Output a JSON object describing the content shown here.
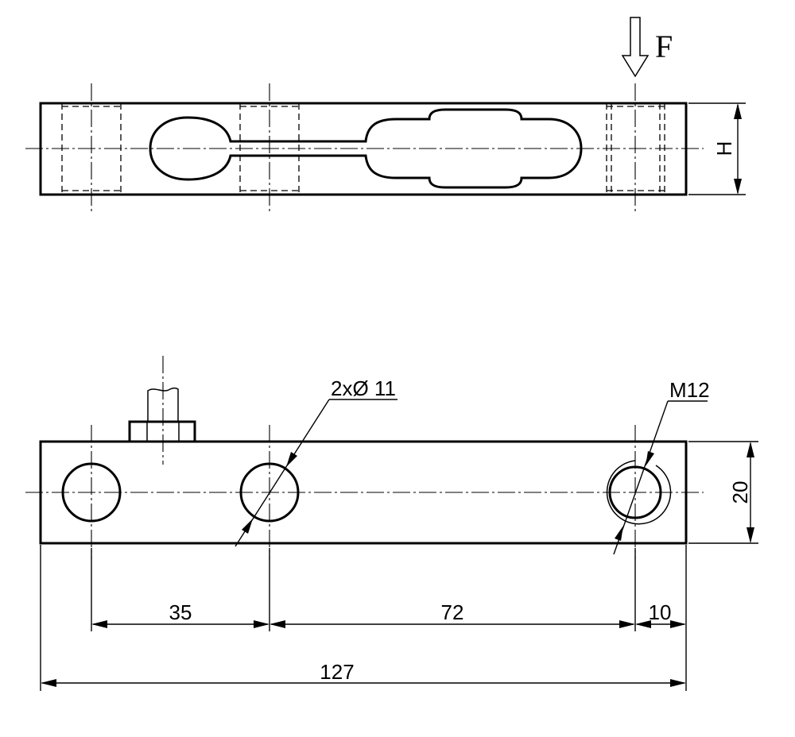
{
  "force": {
    "label": "F"
  },
  "top_view": {
    "height_label": "H"
  },
  "side_view": {
    "height_label": "20",
    "through_holes_label": "2xØ 11",
    "thread_label": "M12"
  },
  "dimensions": {
    "hole_spacing_1": "35",
    "hole_spacing_2": "72",
    "edge_offset": "10",
    "overall_length": "127"
  }
}
